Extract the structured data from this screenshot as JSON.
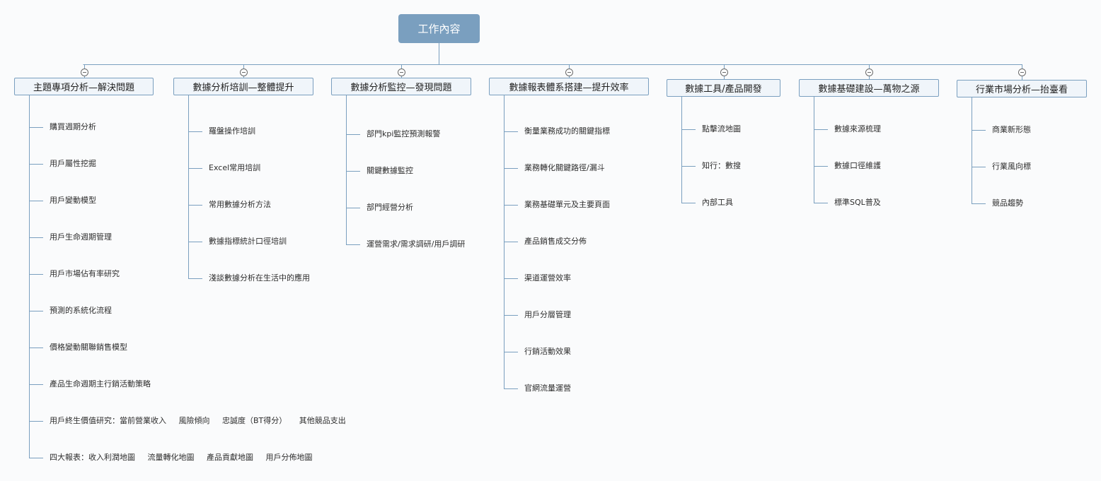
{
  "root": {
    "label": "工作內容"
  },
  "branches": [
    {
      "title": "主題專項分析—解決問題",
      "items": [
        "購買週期分析",
        "用戶屬性挖掘",
        "用戶變動模型",
        "用戶生命週期管理",
        "用戶市場佔有率研究",
        "預測的系統化流程",
        "價格變動關聯銷售模型",
        "產品生命週期主行銷活動策略",
        "用戶終生價值研究：當前營業收入     風險傾向     忠誠度（BT得分）     其他競品支出",
        "四大報表：收入利潤地圖     流量轉化地圖     產品貢獻地圖     用戶分佈地圖"
      ]
    },
    {
      "title": "數據分析培訓—整體提升",
      "items": [
        "羅盤操作培訓",
        "Excel常用培訓",
        "常用數據分析方法",
        "數據指標統計口徑培訓",
        "淺談數據分析在生活中的應用"
      ]
    },
    {
      "title": "數據分析監控—發現問題",
      "items": [
        "部門kpi監控預測報警",
        "關鍵數據監控",
        "部門經營分析",
        "運營需求/需求調研/用戶調研"
      ]
    },
    {
      "title": "數據報表體系搭建—提升效率",
      "items": [
        "衡量業務成功的關鍵指標",
        "業務轉化關鍵路徑/漏斗",
        "業務基礎單元及主要頁面",
        "產品銷售成交分佈",
        "渠道運營效率",
        "用戶分層管理",
        "行銷活動效果",
        "官網流量運營"
      ]
    },
    {
      "title": "數據工具/產品開發",
      "items": [
        "點擊流地圖",
        "知行：數搜",
        "內部工具"
      ]
    },
    {
      "title": "數據基礎建設—萬物之源",
      "items": [
        "數據來源梳理",
        "數據口徑維護",
        "標準SQL普及"
      ]
    },
    {
      "title": "行業市場分析—抬臺看",
      "items": [
        "商業新形態",
        "行業風向標",
        "競品趨勢"
      ]
    }
  ]
}
